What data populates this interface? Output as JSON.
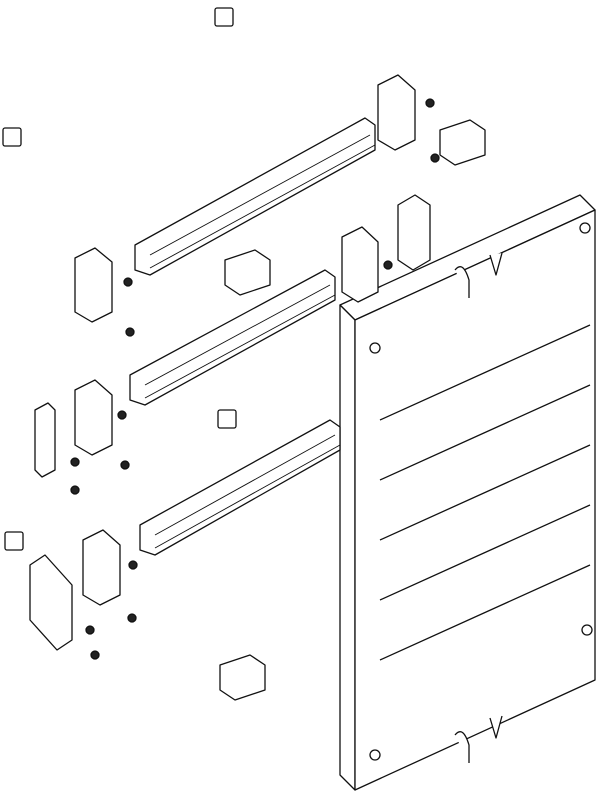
{
  "diagram": {
    "kind": "exploded-assembly-drawing",
    "line_color": "#111111",
    "background": "#ffffff",
    "parts": [
      "front-cover-panel",
      "mounting-rail",
      "side-bracket",
      "clip-nut",
      "terminal-block",
      "screw"
    ]
  }
}
